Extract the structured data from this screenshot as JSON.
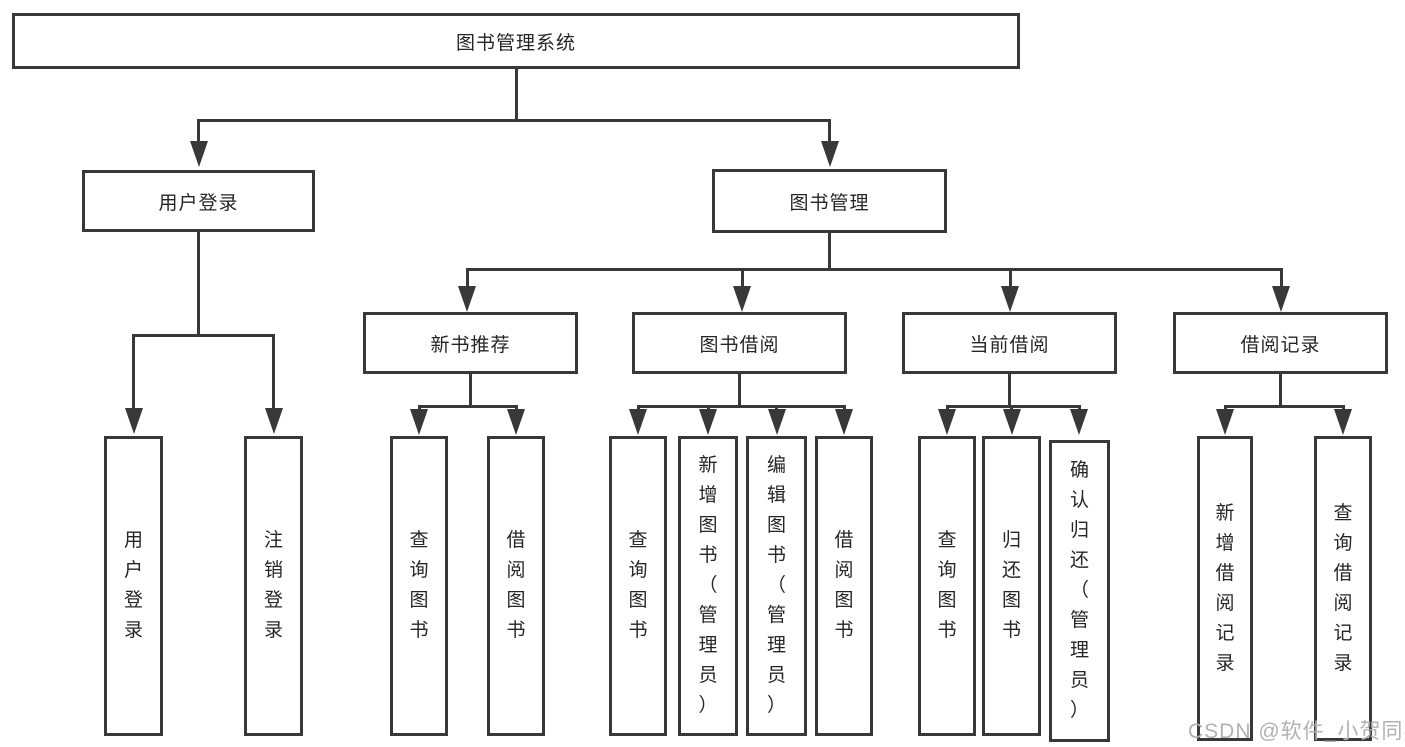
{
  "tree": {
    "root": {
      "label": "图书管理系统"
    },
    "branches": [
      {
        "label": "用户登录",
        "children": [
          {
            "label": "用户登录"
          },
          {
            "label": "注销登录"
          }
        ]
      },
      {
        "label": "图书管理",
        "children": [
          {
            "label": "新书推荐",
            "children": [
              {
                "label": "查询图书"
              },
              {
                "label": "借阅图书"
              }
            ]
          },
          {
            "label": "图书借阅",
            "children": [
              {
                "label": "查询图书"
              },
              {
                "label": "新增图书（管理员）"
              },
              {
                "label": "编辑图书（管理员）"
              },
              {
                "label": "借阅图书"
              }
            ]
          },
          {
            "label": "当前借阅",
            "children": [
              {
                "label": "查询图书"
              },
              {
                "label": "归还图书"
              },
              {
                "label": "确认归还（管理员）"
              }
            ]
          },
          {
            "label": "借阅记录",
            "children": [
              {
                "label": "新增借阅记录"
              },
              {
                "label": "查询借阅记录"
              }
            ]
          }
        ]
      }
    ]
  },
  "watermark": {
    "text": "CSDN @软件_小贺同学"
  },
  "colors": {
    "line": "#383838",
    "text": "#262626",
    "background": "#ffffff",
    "watermark": "#b2b2b2"
  }
}
